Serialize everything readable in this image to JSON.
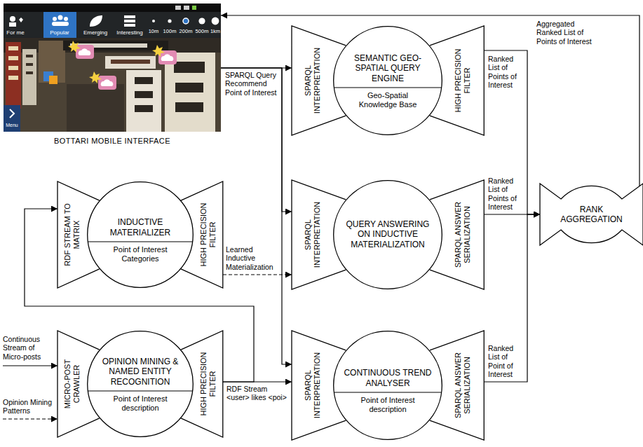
{
  "diagram": {
    "nodes": [
      {
        "text": [
          "BOTTARI MOBILE INTERFACE"
        ]
      },
      {
        "text": [
          "SPARQL INTERPRETATION"
        ]
      },
      {
        "text": [
          "SEMANTIC GEO-SPATIAL QUERY ENGINE",
          "Geo-Spatial Knowledge Base"
        ]
      },
      {
        "text": [
          "HIGH PRECISION FILTER"
        ]
      },
      {
        "text": [
          "RDF STREAM TO MATRIX"
        ]
      },
      {
        "text": [
          "INDUCTIVE MATERIALIZER",
          "Point of Interest Categories"
        ]
      },
      {
        "text": [
          "HIGH PRECISION FILTER"
        ]
      },
      {
        "text": [
          "SPARQL INTERPRETATION"
        ]
      },
      {
        "text": [
          "QUERY ANSWERING ON INDUCTIVE MATERIALIZATION"
        ]
      },
      {
        "text": [
          "SPARQL ANSWER SERIALIZATION"
        ]
      },
      {
        "text": [
          "RANK AGGREGATION"
        ]
      },
      {
        "text": [
          "MICRO-POST CRAWLER"
        ]
      },
      {
        "text": [
          "OPINION MINING & NAMED ENTITY RECOGNITION",
          "Point of Interest description"
        ]
      },
      {
        "text": [
          "HIGH PRECISION FILTER"
        ]
      },
      {
        "text": [
          "SPARQL INTERPRETATION"
        ]
      },
      {
        "text": [
          "CONTINUOUS TREND ANALYSER",
          "Point of Interest description"
        ]
      },
      {
        "text": [
          "SPARQL ANSWER SERIALIZATION"
        ]
      }
    ],
    "edges": [
      {
        "from": 0,
        "to": 1,
        "arrow": "to",
        "label": "SPARQL Query Recommend Point of Interest"
      },
      {
        "from": 0,
        "to": 7,
        "arrow": "to"
      },
      {
        "from": 0,
        "to": 14,
        "arrow": "to"
      },
      {
        "from": 3,
        "to": 10,
        "arrow": "to",
        "label": "Ranked List of Points of Interest"
      },
      {
        "from": 9,
        "to": 10,
        "arrow": "to",
        "label": "Ranked List of Points of Interest"
      },
      {
        "from": 16,
        "to": 10,
        "arrow": "to",
        "label": "Ranked List of Point of Interest"
      },
      {
        "from": 10,
        "to": 0,
        "arrow": "to",
        "label": "Aggregated Ranked List of Points of Interest"
      },
      {
        "from": 6,
        "to": 7,
        "arrow": "to",
        "label": "Learned Inductive Materialization"
      },
      {
        "from": 13,
        "to": 14,
        "arrow": "to",
        "label": "RDF Stream <user> likes <poi>"
      },
      {
        "from": 13,
        "to": 4,
        "arrow": "to"
      }
    ],
    "labels": [
      "For me",
      "Popular",
      "Emerging",
      "Interesting",
      "10m",
      "100m",
      "200m",
      "500m",
      "1km",
      "Menu",
      "Continuous Stream of Micro-posts",
      "Opinion Mining Patterns"
    ]
  }
}
